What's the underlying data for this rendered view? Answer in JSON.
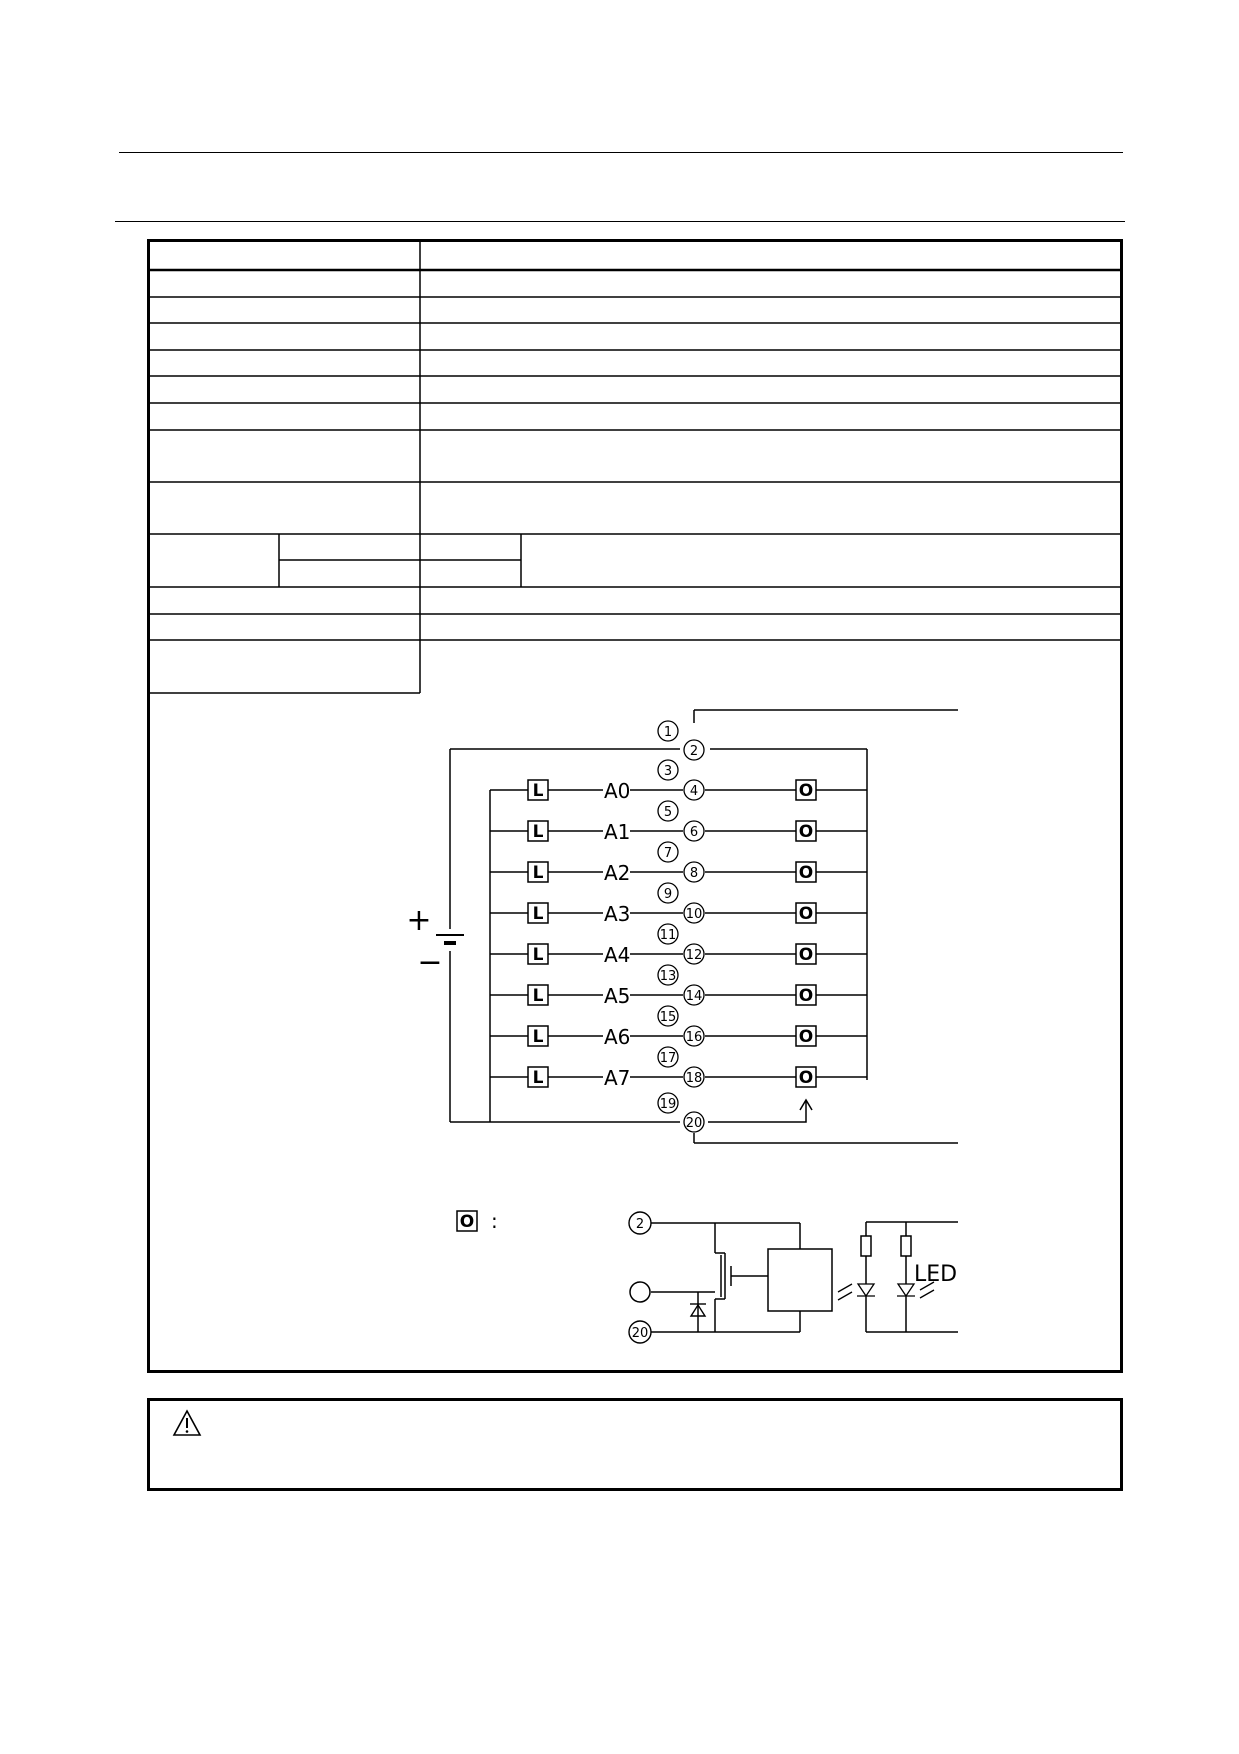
{
  "diagram": {
    "channels": [
      {
        "label": "A0",
        "pin": "4",
        "spare_pin": "3"
      },
      {
        "label": "A1",
        "pin": "6",
        "spare_pin": "5"
      },
      {
        "label": "A2",
        "pin": "8",
        "spare_pin": "7"
      },
      {
        "label": "A3",
        "pin": "10",
        "spare_pin": "9"
      },
      {
        "label": "A4",
        "pin": "12",
        "spare_pin": "11"
      },
      {
        "label": "A5",
        "pin": "14",
        "spare_pin": "13"
      },
      {
        "label": "A6",
        "pin": "16",
        "spare_pin": "15"
      },
      {
        "label": "A7",
        "pin": "18",
        "spare_pin": "17"
      }
    ],
    "top_pins": [
      "1",
      "2"
    ],
    "bottom_pins": [
      "19",
      "20"
    ],
    "load_glyph": "L",
    "output_glyph": "O",
    "supply_plus": "+",
    "supply_minus": "−",
    "legend_colon": ":",
    "detail_pin_top": "2",
    "detail_pin_bottom": "20",
    "led_label": "LED"
  }
}
